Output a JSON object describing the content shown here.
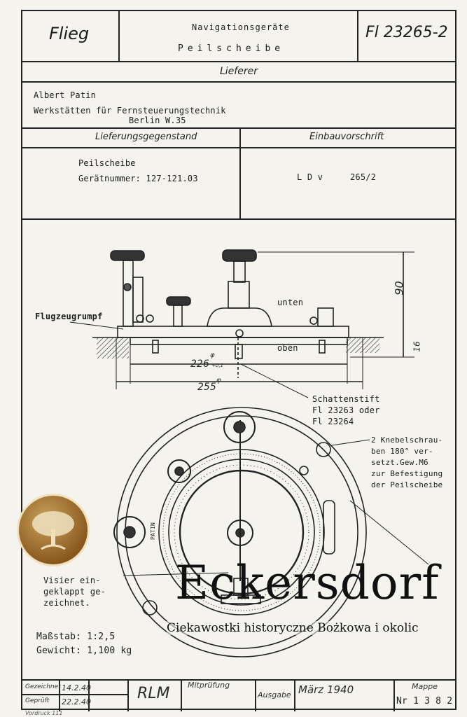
{
  "header": {
    "maker": "Flieg",
    "category": "Navigationsgeräte",
    "device": "Peilscheibe",
    "doc_number": "Fl 23265-2"
  },
  "lieferer": {
    "heading": "Lieferer",
    "line1": "Albert Patin",
    "line2": "Werkstätten für Fernsteuerungstechnik",
    "line3": "Berlin W.35"
  },
  "lieferung": {
    "heading_left": "Lieferungsgegenstand",
    "heading_right": "Einbauvorschrift",
    "item_name": "Peilscheibe",
    "item_number": "Gerätnummer: 127-121.03",
    "ldv_label": "L D v",
    "ldv_value": "265/2"
  },
  "drawing": {
    "label_fuselage": "Flugzeugrumpf",
    "label_unten": "unten",
    "label_oben": "oben",
    "dim_90": "90",
    "dim_16": "16",
    "dim_226": "226",
    "dim_226_sup": "+0,1",
    "dim_226_phi": "φ",
    "dim_255": "255",
    "dim_255_phi": "φ",
    "schatten_1": "Schattenstift",
    "schatten_2": "Fl 23263 oder",
    "schatten_3": "Fl 23264",
    "knebel_1": "2 Knebelschrau-",
    "knebel_2": "ben 180° ver-",
    "knebel_3": "setzt.Gew.M6",
    "knebel_4": "zur Befestigung",
    "knebel_5": "der Peilscheibe",
    "visier_1": "Visier ein-",
    "visier_2": "geklappt ge-",
    "visier_3": "zeichnet.",
    "dial_label": "PATIN"
  },
  "specs": {
    "scale": "Maßstab: 1:2,5",
    "weight": "Gewicht: 1,100 kg"
  },
  "watermark": {
    "title": "Eckersdorf",
    "subtitle": "Ciekawostki historyczne Bożkowa i okolic"
  },
  "footer": {
    "gezeichnet_label": "Gezeichnet",
    "gezeichnet_date": "14.2.40",
    "geprueft_label": "Geprüft",
    "geprueft_date": "22.2.40",
    "authority": "RLM",
    "mitpruefung_label": "Mitprüfung",
    "ausgabe_label": "Ausgabe",
    "ausgabe_value": "März 1940",
    "mappe_label": "Mappe",
    "mappe_value": "Nr 1 3 8 2",
    "cut_text": "Vordruck 111"
  }
}
